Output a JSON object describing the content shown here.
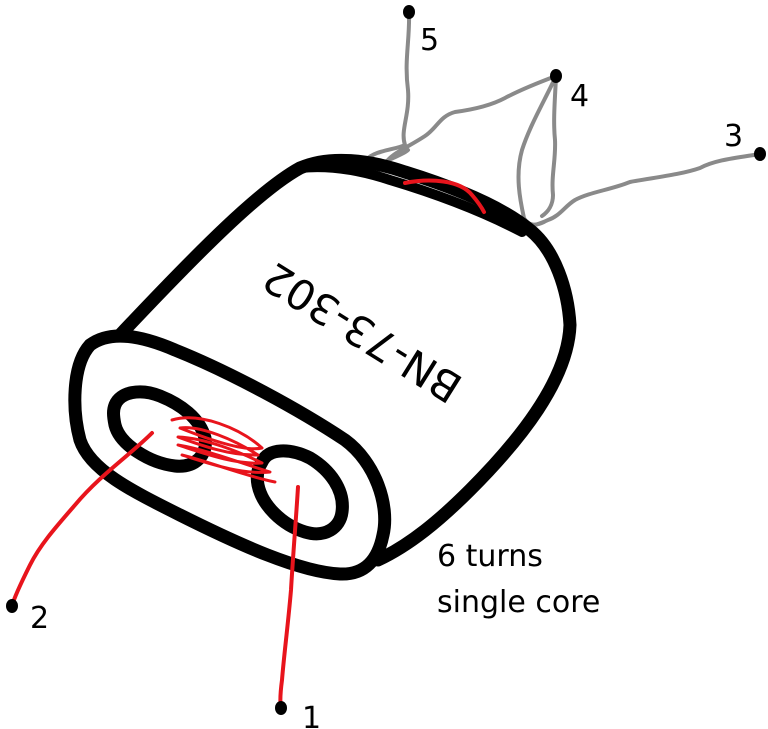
{
  "diagram": {
    "part_number": "BN-73-302",
    "note_line1": "6 turns",
    "note_line2": "single core",
    "pins": [
      {
        "label": "1"
      },
      {
        "label": "2"
      },
      {
        "label": "3"
      },
      {
        "label": "4"
      },
      {
        "label": "5"
      }
    ]
  },
  "colors": {
    "core_outline": "#000000",
    "primary_winding": "#e8141c",
    "secondary_winding": "#8a8a8a",
    "background": "#ffffff"
  }
}
